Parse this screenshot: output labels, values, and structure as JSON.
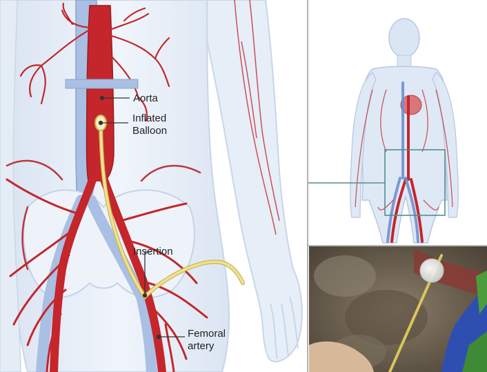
{
  "labels": {
    "aorta": "Aorta",
    "balloon_line1": "Inflated",
    "balloon_line2": "Balloon",
    "insertion": "Insertion",
    "femoral_line1": "Femoral",
    "femoral_line2": "artery"
  },
  "colors": {
    "artery": "#c4262b",
    "artery_dark": "#9c1c20",
    "vein": "#9fb6dc",
    "vein_dark": "#7f98c6",
    "skin": "#e8eff8",
    "skin_outline": "#c9d6e8",
    "catheter": "#e8d87a",
    "catheter_outline": "#c9b44e",
    "inset_frame": "#4f8f8c",
    "photo_bg": "#6d6353",
    "leader": "#333333"
  },
  "icons": {
    "torso_panel": "lower-abdomen-arteries-illustration",
    "full_body_panel": "full-body-circulatory-figure",
    "photo_panel": "balloon-catheter-photo"
  }
}
